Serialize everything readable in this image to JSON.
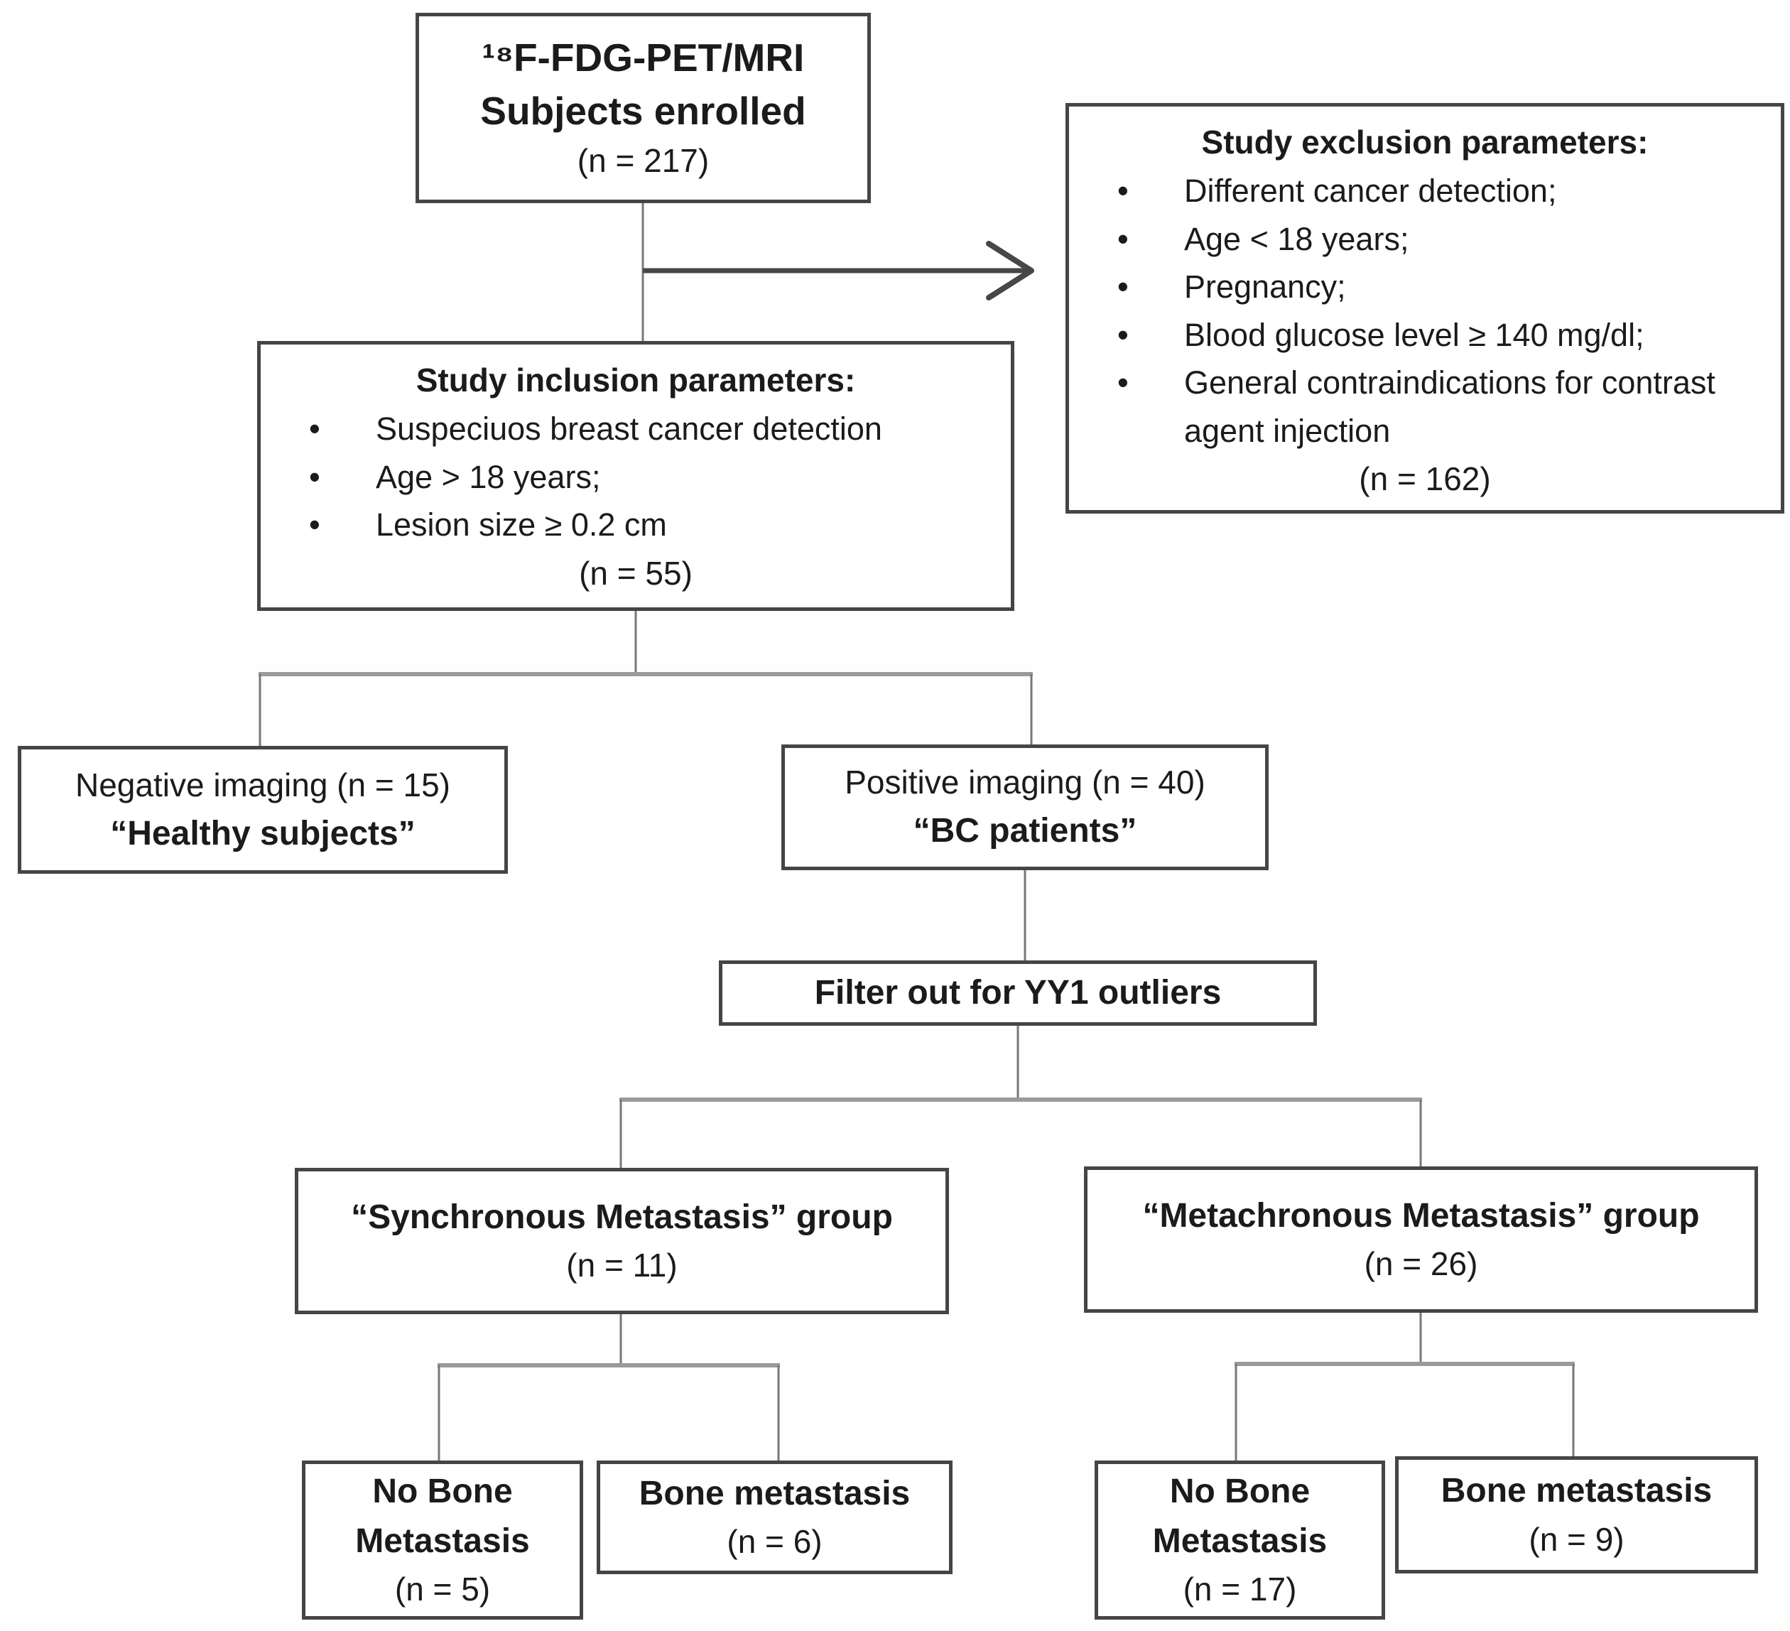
{
  "nodes": {
    "enrolled": {
      "title": "¹⁸F-FDG-PET/MRI",
      "subtitle": "Subjects enrolled",
      "n": "(n = 217)"
    },
    "exclusion": {
      "title": "Study exclusion parameters:",
      "bullets": [
        "Different cancer detection;",
        "Age < 18 years;",
        "Pregnancy;",
        "Blood glucose level ≥ 140 mg/dl;",
        "General contraindications for contrast agent injection"
      ],
      "n": "(n = 162)"
    },
    "inclusion": {
      "title": "Study inclusion parameters:",
      "bullets": [
        "Suspeciuos breast cancer detection",
        "Age > 18 years;",
        "Lesion size ≥ 0.2 cm"
      ],
      "n": "(n = 55)"
    },
    "negative": {
      "line1": "Negative imaging (n = 15)",
      "line2": "“Healthy subjects”"
    },
    "positive": {
      "line1": "Positive imaging (n = 40)",
      "line2": "“BC patients”"
    },
    "filter": {
      "label": "Filter out for YY1 outliers"
    },
    "synchronous": {
      "title": "“Synchronous Metastasis” group",
      "n": "(n = 11)"
    },
    "metachronous": {
      "title": "“Metachronous Metastasis” group",
      "n": "(n = 26)"
    },
    "sync_no_bone": {
      "line1": "No Bone",
      "line2": "Metastasis",
      "n": "(n = 5)"
    },
    "sync_bone": {
      "line1": "Bone metastasis",
      "n": "(n = 6)"
    },
    "meta_no_bone": {
      "line1": "No Bone",
      "line2": "Metastasis",
      "n": "(n = 17)"
    },
    "meta_bone": {
      "line1": "Bone metastasis",
      "n": "(n = 9)"
    }
  }
}
